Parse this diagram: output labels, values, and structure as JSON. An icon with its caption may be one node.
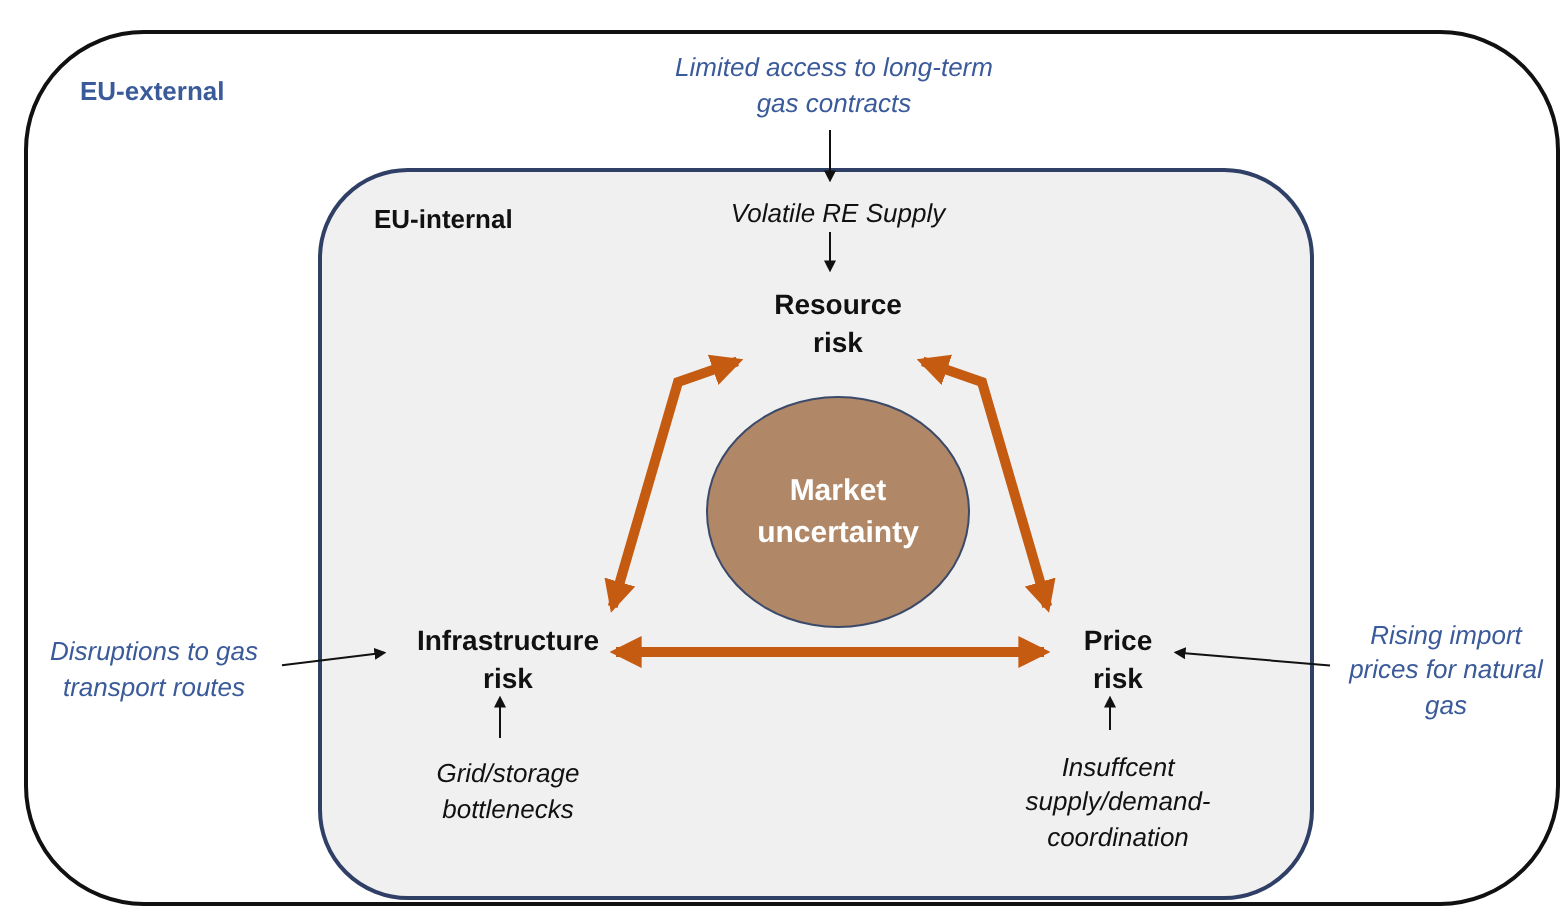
{
  "diagram": {
    "nodes": [
      {
        "text": [
          "EU-external"
        ]
      },
      {
        "text": [
          "Limited access to long-term gas contracts"
        ],
        "in": 0
      },
      {
        "text": [
          "EU-internal"
        ],
        "in": 0
      },
      {
        "text": [
          "Volatile RE Supply"
        ],
        "in": 2
      },
      {
        "text": [
          "Resource risk"
        ],
        "in": 2
      },
      {
        "text": [
          "Market uncertainty"
        ],
        "in": 2
      },
      {
        "text": [
          "Infrastructure risk"
        ],
        "in": 2
      },
      {
        "text": [
          "Price risk"
        ],
        "in": 2
      },
      {
        "text": [
          "Grid/storage bottlenecks"
        ],
        "in": 2
      },
      {
        "text": [
          "Insuffcent supply/demand-coordination"
        ],
        "in": 2
      },
      {
        "text": [
          "Disruptions to gas transport routes"
        ],
        "in": 0
      },
      {
        "text": [
          "Rising import prices for natural gas"
        ],
        "in": 0
      }
    ],
    "edges": [
      {
        "from": 1,
        "to": 3,
        "arrow": "to"
      },
      {
        "from": 3,
        "to": 4,
        "arrow": "to"
      },
      {
        "from": 4,
        "to": 6,
        "arrow": "both",
        "style": "thick",
        "color": "#c55a11"
      },
      {
        "from": 4,
        "to": 7,
        "arrow": "both",
        "style": "thick",
        "color": "#c55a11"
      },
      {
        "from": 6,
        "to": 7,
        "arrow": "both",
        "style": "thick",
        "color": "#c55a11"
      },
      {
        "from": 8,
        "to": 6,
        "arrow": "to"
      },
      {
        "from": 9,
        "to": 7,
        "arrow": "to"
      },
      {
        "from": 10,
        "to": 6,
        "arrow": "to"
      },
      {
        "from": 11,
        "to": 7,
        "arrow": "to"
      }
    ]
  }
}
